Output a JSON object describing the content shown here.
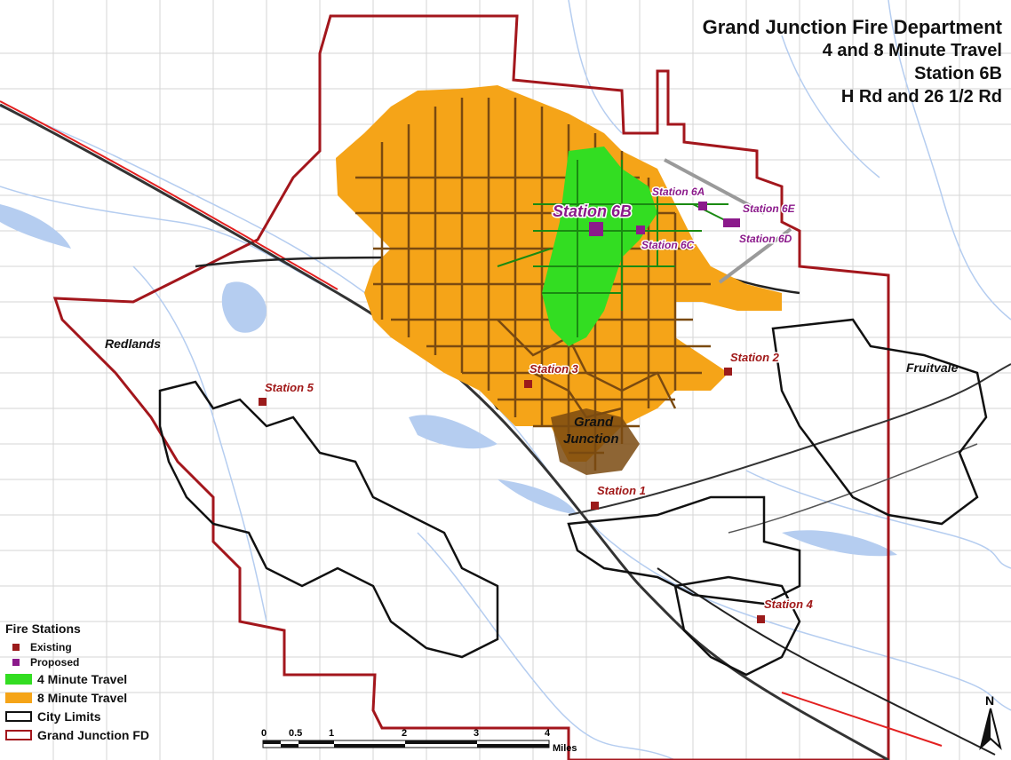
{
  "title": {
    "line1": "Grand Junction Fire Department",
    "line2": "4 and 8 Minute Travel",
    "line3": "Station 6B",
    "line4": "H Rd and 26 1/2 Rd"
  },
  "places": [
    {
      "id": "redlands",
      "label": "Redlands"
    },
    {
      "id": "fruitvale",
      "label": "Fruitvale"
    },
    {
      "id": "grand",
      "label": "Grand"
    },
    {
      "id": "junction",
      "label": "Junction"
    }
  ],
  "stations": [
    {
      "id": "s6b",
      "label": "Station 6B",
      "status": "proposed",
      "featured": true
    },
    {
      "id": "s6a",
      "label": "Station 6A",
      "status": "proposed"
    },
    {
      "id": "s6c",
      "label": "Station 6C",
      "status": "proposed"
    },
    {
      "id": "s6d",
      "label": "Station 6D",
      "status": "proposed"
    },
    {
      "id": "s6e",
      "label": "Station 6E",
      "status": "proposed"
    },
    {
      "id": "s1",
      "label": "Station 1",
      "status": "existing"
    },
    {
      "id": "s2",
      "label": "Station 2",
      "status": "existing"
    },
    {
      "id": "s3",
      "label": "Station 3",
      "status": "existing"
    },
    {
      "id": "s4",
      "label": "Station 4",
      "status": "existing"
    },
    {
      "id": "s5",
      "label": "Station 5",
      "status": "existing"
    }
  ],
  "legend": {
    "title": "Fire Stations",
    "existing": "Existing",
    "proposed": "Proposed",
    "four_min": "4 Minute Travel",
    "eight_min": "8 Minute Travel",
    "city_limits": "City Limits",
    "fd": "Grand Junction FD"
  },
  "scale": {
    "ticks": [
      "0",
      "0.5",
      "1",
      "2",
      "3",
      "4"
    ],
    "unit": "Miles"
  },
  "north": "N",
  "colors": {
    "existing": "#9b1b1b",
    "proposed": "#8b1a8b",
    "four_min": "#33dd22",
    "eight_min": "#f5a418",
    "roads_in_zone": "#7a4a10",
    "fd_boundary": "#a3161c",
    "water": "#b5cdf0",
    "label_existing": "#a01818",
    "label_proposed": "#8b1a8b"
  }
}
